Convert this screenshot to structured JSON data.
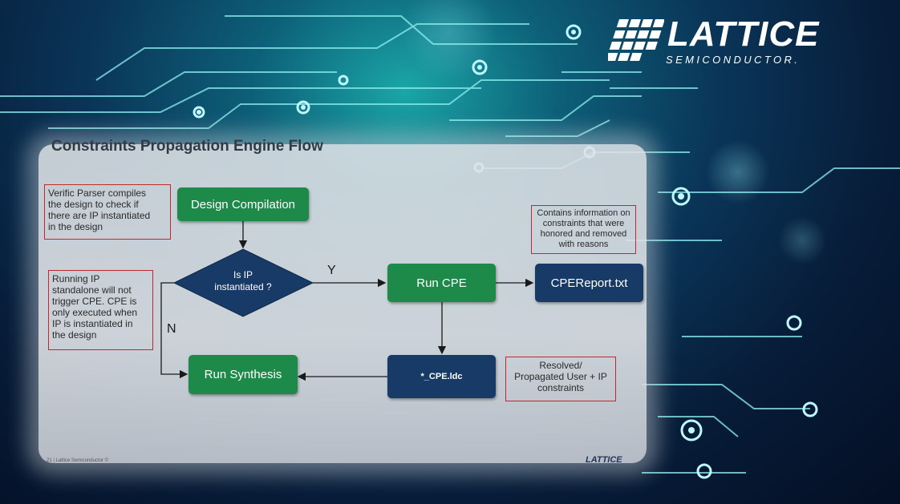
{
  "slide": {
    "title": "Constraints Propagation Engine Flow",
    "footer": "21 | Lattice Semiconductor ©",
    "footer_logo": "LATTICE"
  },
  "logo": {
    "word": "LATTICE",
    "sub": "SEMICONDUCTOR."
  },
  "flow": {
    "design_compilation": "Design Compilation",
    "decision": "Is IP\ninstantiated ?",
    "yes": "Y",
    "no": "N",
    "run_cpe": "Run CPE",
    "report": "CPEReport.txt",
    "ldc": "*_CPE.ldc",
    "run_synthesis": "Run Synthesis"
  },
  "notes": {
    "verific": "Verific Parser compiles\nthe design to check if\nthere are IP instantiated\nin the design",
    "running_ip": "Running IP\nstandalone will not\ntrigger CPE. CPE is\nonly executed when\nIP is instantiated in\nthe design",
    "report_info": "Contains information on\nconstraints that were\nhonored and removed\nwith reasons",
    "resolved": "Resolved/\nPropagated User + IP\nconstraints"
  },
  "colors": {
    "green": "#1e8a4a",
    "navy": "#173a66",
    "note_border": "#c0282d"
  }
}
